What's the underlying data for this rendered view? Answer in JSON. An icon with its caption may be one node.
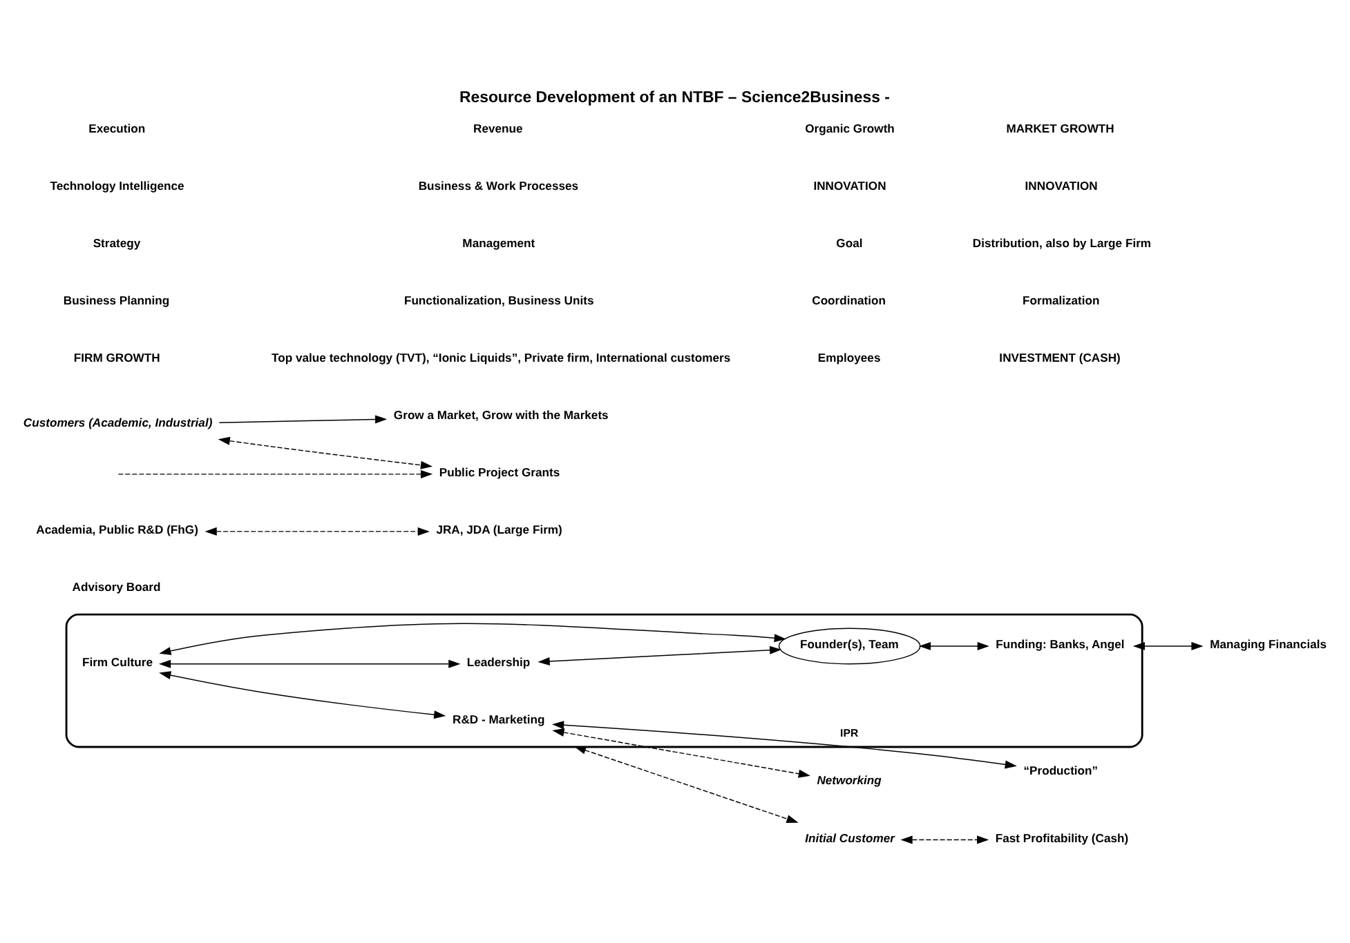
{
  "diagram": {
    "title": "Resource Development of an NTBF – Science2Business -",
    "nodes": [
      {
        "text": [],
        "shape": "ellipse"
      },
      {
        "text": [
          "Leadership"
        ],
        "in": 0
      },
      {
        "text": [
          "Firm Culture"
        ],
        "in": 0
      },
      {
        "text": [
          "Founder(s), Team"
        ],
        "in": 0
      },
      {
        "text": [
          "Funding: Banks, Angel"
        ],
        "in": 0
      },
      {
        "text": [
          "R&D - Marketing"
        ],
        "in": 0
      },
      {
        "text": [
          "Advisory Board"
        ]
      },
      {
        "text": [
          "Managing Financials"
        ]
      },
      {
        "text": [
          "“Production”"
        ]
      },
      {
        "text": [
          "Networking"
        ]
      },
      {
        "text": [
          "Academia, Public R&D (FhG)"
        ]
      },
      {
        "text": [
          "JRA, JDA (Large Firm)"
        ]
      },
      {
        "text": [
          "Initial Customer"
        ]
      },
      {
        "text": [
          "Fast Profitability (Cash)"
        ]
      },
      {
        "text": [
          "Public Project Grants"
        ]
      },
      {
        "text": [
          "Customers (Academic, Industrial)"
        ]
      },
      {
        "text": [
          "Grow a Market, Grow with the Markets"
        ]
      }
    ],
    "edges": [
      {
        "from": 1,
        "to": 3,
        "arrow": "both"
      },
      {
        "from": 2,
        "to": 3,
        "arrow": "both"
      },
      {
        "from": 3,
        "to": 4,
        "arrow": "both"
      },
      {
        "from": 2,
        "to": 1,
        "arrow": "both"
      },
      {
        "from": 2,
        "to": 5,
        "arrow": "both"
      },
      {
        "from": 4,
        "to": 7,
        "arrow": "both"
      },
      {
        "from": 5,
        "to": 8,
        "arrow": "both",
        "label": "IPR"
      },
      {
        "from": 5,
        "to": 9,
        "arrow": "both",
        "style": "dashed"
      },
      {
        "from": 10,
        "to": 11,
        "arrow": "both",
        "style": "dashed"
      },
      {
        "from": 0,
        "to": 12,
        "arrow": "both",
        "style": "dashed"
      },
      {
        "from": 12,
        "to": 13,
        "arrow": "both",
        "style": "dashed"
      },
      {
        "from": null,
        "to": 14,
        "arrow": "to",
        "style": "dashed"
      },
      {
        "from": 15,
        "to": 14,
        "arrow": "both",
        "style": "dashed"
      },
      {
        "from": 15,
        "to": 16,
        "arrow": "to"
      }
    ],
    "labels": [
      "FIRM GROWTH",
      "Top value technology (TVT), “Ionic Liquids”, Private firm, International customers",
      "Employees",
      "INVESTMENT (CASH)",
      "Business Planning",
      "Functionalization, Business Units",
      "Coordination",
      "Formalization",
      "Strategy",
      "Management",
      "Goal",
      "Distribution, also by Large Firm",
      "Technology Intelligence",
      "Business & Work Processes",
      "INNOVATION",
      "INNOVATION",
      "Execution",
      "Revenue",
      "Organic Growth",
      "MARKET GROWTH"
    ]
  }
}
